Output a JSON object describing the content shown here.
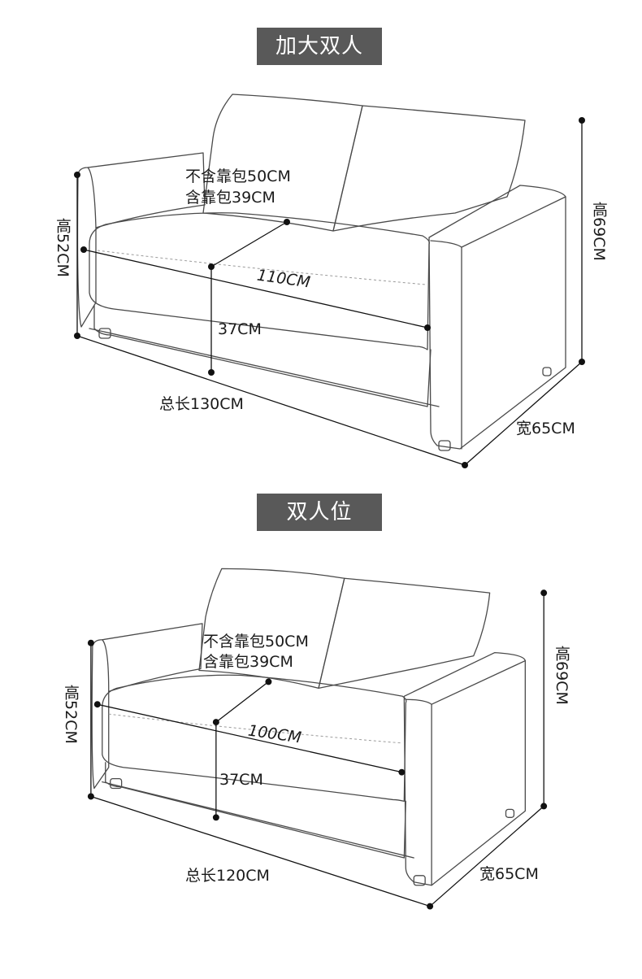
{
  "sections": [
    {
      "title": "加大双人",
      "seat_height_note": "不含靠包50CM",
      "seat_height_note2": "含靠包39CM",
      "seat_width": "110CM",
      "seat_depth": "37CM",
      "total_length": "总长130CM",
      "depth": "宽65CM",
      "height": "高69CM",
      "arm_height": "高52CM"
    },
    {
      "title": "双人位",
      "seat_height_note": "不含靠包50CM",
      "seat_height_note2": "含靠包39CM",
      "seat_width": "100CM",
      "seat_depth": "37CM",
      "total_length": "总长120CM",
      "depth": "宽65CM",
      "height": "高69CM",
      "arm_height": "高52CM"
    }
  ],
  "colors": {
    "badge_bg": "#595959",
    "badge_text": "#ffffff",
    "line": "#4a4a4a",
    "dimension": "#111111"
  }
}
